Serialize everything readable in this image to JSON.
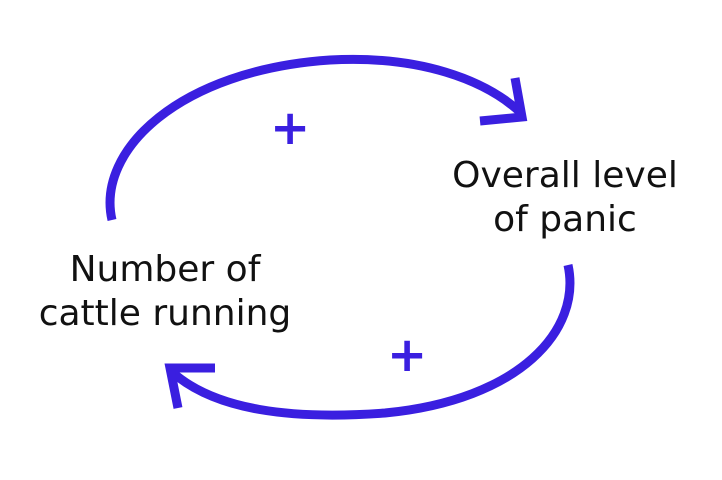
{
  "colors": {
    "loop_arrow": "#3a1fe0",
    "text": "#111111",
    "background": "#ffffff"
  },
  "nodes": {
    "panic": {
      "line1": "Overall level",
      "line2": "of panic"
    },
    "cattle": {
      "line1": "Number of",
      "line2": "cattle running"
    }
  },
  "links": {
    "top": {
      "polarity": "+"
    },
    "bottom": {
      "polarity": "+"
    }
  }
}
